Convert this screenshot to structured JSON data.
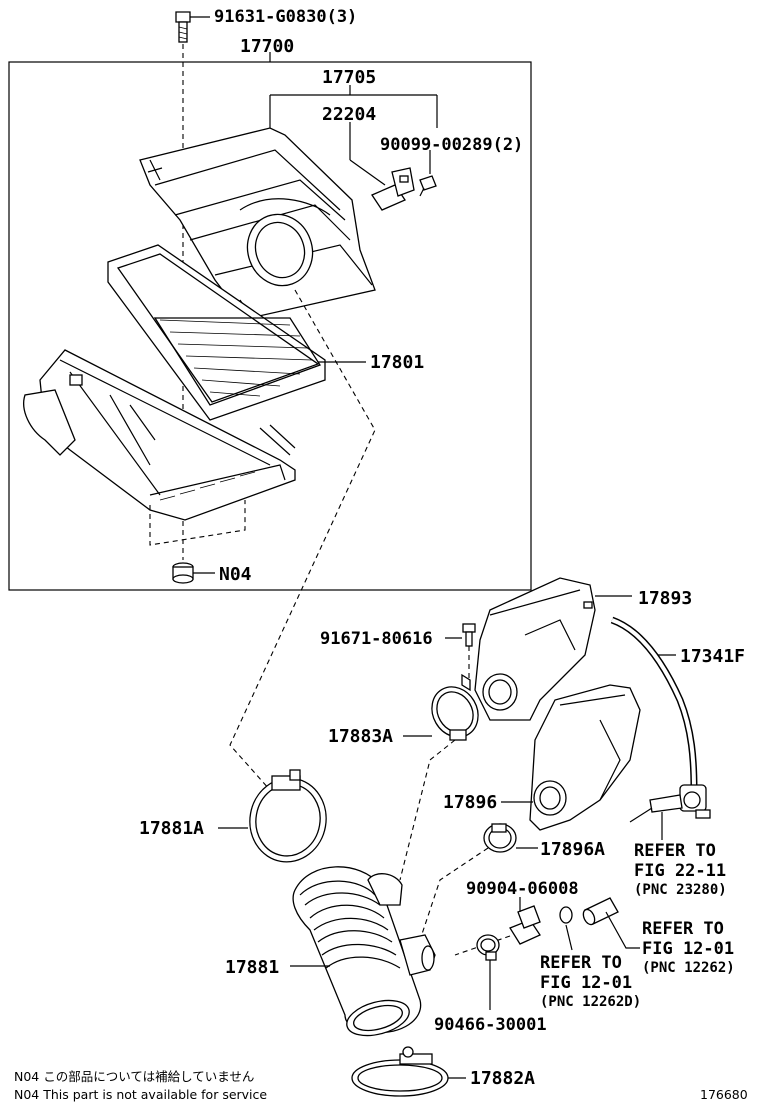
{
  "labels": {
    "bolt_top": "91631-G0830(3)",
    "assy": "17700",
    "cap": "17705",
    "sensor": "22204",
    "sensor_screw": "90099-00289(2)",
    "element": "17801",
    "n04": "N04",
    "resonator": "17893",
    "hose_small": "17341F",
    "bolt_mid": "91671-80616",
    "clamp_a": "17883A",
    "resonator2": "17896",
    "clamp_b": "17881A",
    "clamp_c": "17896A",
    "inlet": "17881",
    "part_a": "90904-06008",
    "clip": "90466-30001",
    "clamp_d": "17882A",
    "ref1_line1": "REFER TO",
    "ref1_line2": "FIG 22-11",
    "ref1_line3": "(PNC 23280)",
    "ref2_line1": "REFER TO",
    "ref2_line2": "FIG 12-01",
    "ref2_line3": "(PNC 12262)",
    "ref3_line1": "REFER TO",
    "ref3_line2": "FIG 12-01",
    "ref3_line3": "(PNC 12262D)",
    "figure_no": "176680"
  },
  "notes": [
    "N04  この部品については補給していません",
    "N04  This part is not available for service"
  ]
}
